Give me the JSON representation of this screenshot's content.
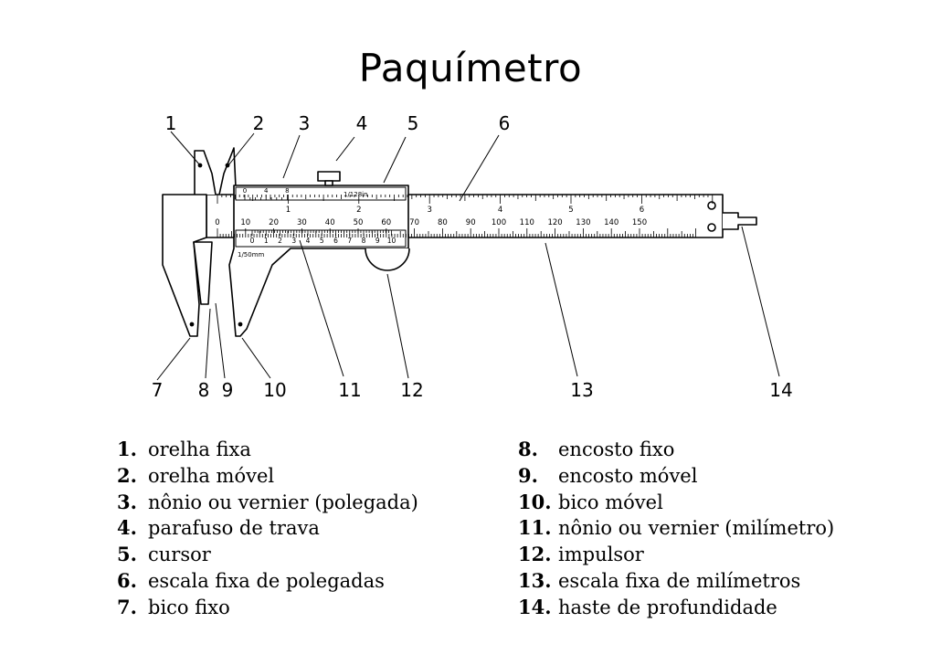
{
  "title": "Paquímetro",
  "callout_numbers": [
    "1",
    "2",
    "3",
    "4",
    "5",
    "6",
    "7",
    "8",
    "9",
    "10",
    "11",
    "12",
    "13",
    "14"
  ],
  "scale_marks": {
    "mm_main": [
      "0",
      "10",
      "20",
      "30",
      "40",
      "50",
      "60",
      "70",
      "80",
      "90",
      "100",
      "110",
      "120",
      "130",
      "140",
      "150"
    ],
    "inch_main": [
      "1",
      "2",
      "3",
      "4",
      "5",
      "6"
    ],
    "inch_vernier": [
      "0",
      "4",
      "8"
    ],
    "inch_vernier_label": "1/128in",
    "mm_vernier": [
      "0",
      "1",
      "2",
      "3",
      "4",
      "5",
      "6",
      "7",
      "8",
      "9",
      "10"
    ],
    "mm_vernier_label": "1/50mm"
  },
  "legend": {
    "left": [
      {
        "num": "1.",
        "text": "orelha fixa"
      },
      {
        "num": "2.",
        "text": "orelha móvel"
      },
      {
        "num": "3.",
        "text": "nônio ou vernier (polegada)"
      },
      {
        "num": "4.",
        "text": "parafuso de trava"
      },
      {
        "num": "5.",
        "text": "cursor"
      },
      {
        "num": "6.",
        "text": "escala fixa de polegadas"
      },
      {
        "num": "7.",
        "text": "bico fixo"
      }
    ],
    "right": [
      {
        "num": "8.",
        "text": "encosto fixo"
      },
      {
        "num": "9.",
        "text": "encosto móvel"
      },
      {
        "num": "10.",
        "text": "bico móvel"
      },
      {
        "num": "11.",
        "text": "nônio ou vernier (milímetro)"
      },
      {
        "num": "12.",
        "text": "impulsor"
      },
      {
        "num": "13.",
        "text": "escala fixa de milímetros"
      },
      {
        "num": "14.",
        "text": "haste de profundidade"
      }
    ]
  }
}
